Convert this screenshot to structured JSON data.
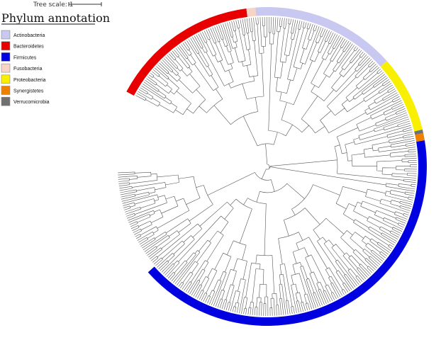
{
  "scale": {
    "label": "Tree scale: 1"
  },
  "legend": {
    "title": "Phylum annotation",
    "items": [
      {
        "label": "Actinobacteria",
        "color": "#c8c8f0"
      },
      {
        "label": "Bacteroidetes",
        "color": "#e80000"
      },
      {
        "label": "Firmicutes",
        "color": "#0000e0"
      },
      {
        "label": "Fusobacteria",
        "color": "#f8d4c4"
      },
      {
        "label": "Proteobacteria",
        "color": "#f8f000"
      },
      {
        "label": "Synergistetes",
        "color": "#f08000"
      },
      {
        "label": "Verrucomicrobia",
        "color": "#707070"
      }
    ]
  },
  "tree": {
    "branch_color": "#555555",
    "ring": [
      {
        "phylum": "Bacteroidetes",
        "share": 0.165
      },
      {
        "phylum": "Fusobacteria",
        "share": 0.01
      },
      {
        "phylum": "Actinobacteria",
        "share": 0.16
      },
      {
        "phylum": "Proteobacteria",
        "share": 0.085
      },
      {
        "phylum": "Verrucomicrobia",
        "share": 0.004
      },
      {
        "phylum": "Synergistetes",
        "share": 0.008
      },
      {
        "phylum": "Firmicutes",
        "share": 0.448
      }
    ]
  }
}
